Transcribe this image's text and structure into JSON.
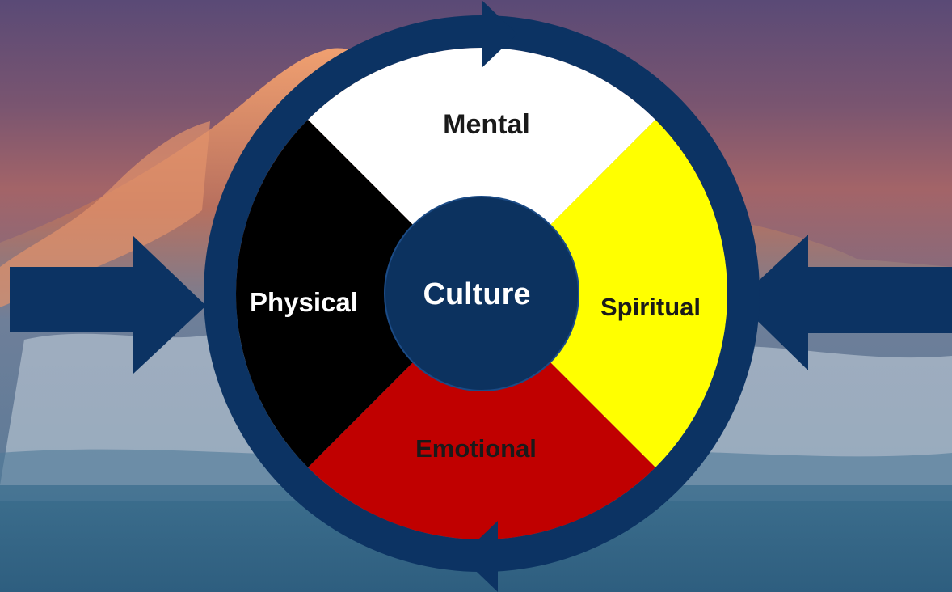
{
  "diagram": {
    "center_label": "Culture",
    "quadrants": [
      {
        "id": "mental",
        "label": "Mental",
        "color": "#ffffff",
        "text_color": "#1a1a1a"
      },
      {
        "id": "spiritual",
        "label": "Spiritual",
        "color": "#ffff00",
        "text_color": "#1a1a1a"
      },
      {
        "id": "emotional",
        "label": "Emotional",
        "color": "#c00000",
        "text_color": "#1a1a1a"
      },
      {
        "id": "physical",
        "label": "Physical",
        "color": "#000000",
        "text_color": "#ffffff"
      }
    ],
    "center_color": "#0c325f",
    "ring_color": "#0c3363",
    "arrow_color": "#0c3363"
  },
  "background": {
    "sky_top": "#5b4a78",
    "sky_glow": "#c26a55",
    "mountain_lit": "#e08a5a",
    "snow": "#dfe6ee",
    "lake": "#2f5f80"
  }
}
